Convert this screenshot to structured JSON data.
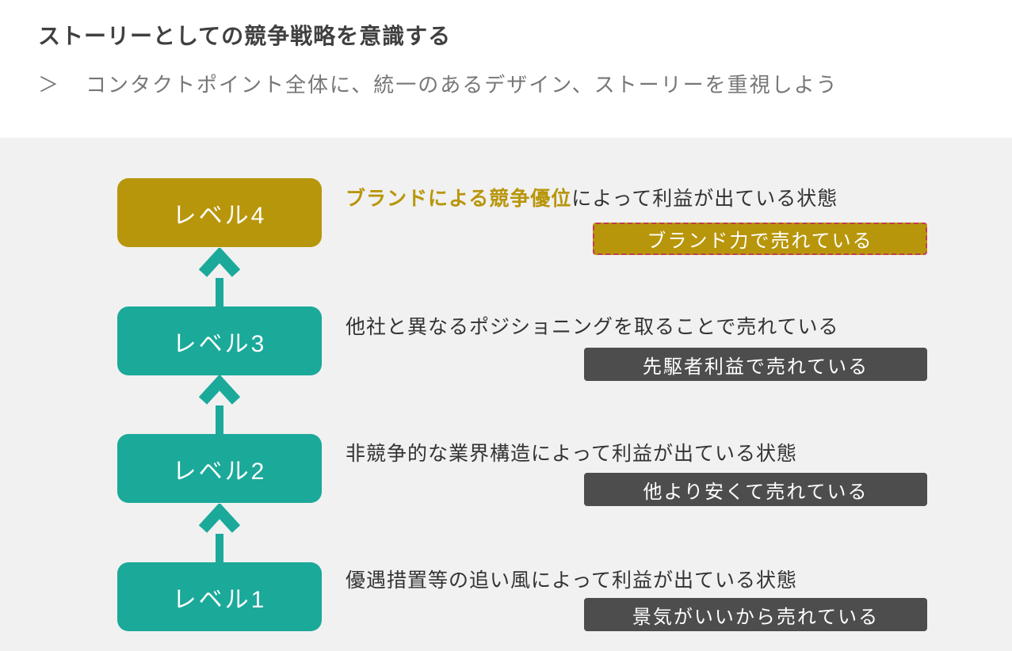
{
  "header": {
    "title": "ストーリーとしての競争戦略を意識する",
    "subtitle_marker": "＞",
    "subtitle": "コンタクトポイント全体に、統一のあるデザイン、ストーリーを重視しよう"
  },
  "levels": [
    {
      "label": "レベル4",
      "desc_highlight": "ブランドによる競争優位",
      "desc_rest": "によって利益が出ている状態",
      "badge": "ブランド力で売れている",
      "badge_style": "gold-highlighted"
    },
    {
      "label": "レベル3",
      "desc_highlight": "",
      "desc_rest": "他社と異なるポジショニングを取ることで売れている",
      "badge": "先駆者利益で売れている",
      "badge_style": "dark"
    },
    {
      "label": "レベル2",
      "desc_highlight": "",
      "desc_rest": "非競争的な業界構造によって利益が出ている状態",
      "badge": "他より安くて売れている",
      "badge_style": "dark"
    },
    {
      "label": "レベル1",
      "desc_highlight": "",
      "desc_rest": "優遇措置等の追い風によって利益が出ている状態",
      "badge": "景気がいいから売れている",
      "badge_style": "dark"
    }
  ],
  "icons": {
    "arrow": "up-arrow"
  },
  "colors": {
    "teal": "#1BA99A",
    "gold": "#B8960B",
    "dark_badge": "#4D4D4D",
    "panel_bg": "#F1F1F1",
    "highlight_border": "#C43A55",
    "title_color": "#404040",
    "subtitle_color": "#777777",
    "desc_color": "#333333"
  }
}
